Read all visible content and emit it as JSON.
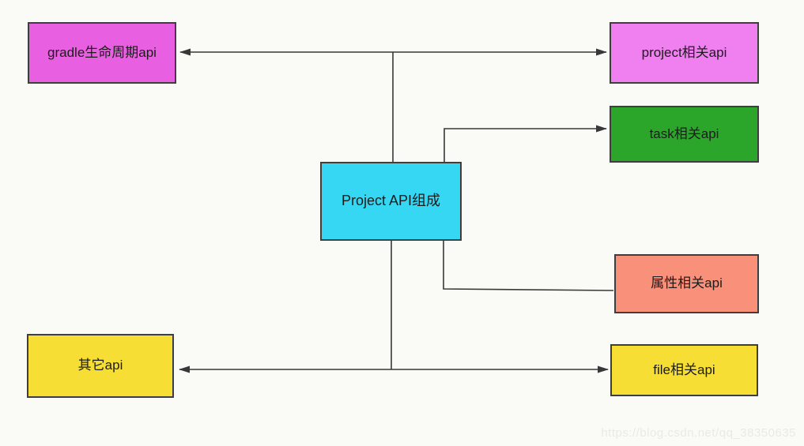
{
  "diagram": {
    "background": "#fafaf7",
    "line_color": "#383838",
    "border_color": "#3e3e3e",
    "text_color": "#1c1c1c",
    "center_node": {
      "id": "center",
      "label": "Project API组成",
      "bg": "#35d7f2"
    },
    "nodes": [
      {
        "id": "gradle",
        "label": "gradle生命周期api",
        "bg": "#e95fe1"
      },
      {
        "id": "project",
        "label": "project相关api",
        "bg": "#f07ff0"
      },
      {
        "id": "task",
        "label": "task相关api",
        "bg": "#2ba62b"
      },
      {
        "id": "attr",
        "label": "属性相关api",
        "bg": "#f9907a"
      },
      {
        "id": "other",
        "label": "其它api",
        "bg": "#f6de35"
      },
      {
        "id": "file",
        "label": "file相关api",
        "bg": "#f6de35"
      }
    ],
    "edges": [
      "center -> gradle生命周期api",
      "center -> project相关api",
      "center -> task相关api",
      "center -> 属性相关api",
      "center -> 其它api",
      "center -> file相关api"
    ]
  },
  "watermark": {
    "text": "https://blog.csdn.net/qq_38350635",
    "color": "#eae9e5"
  }
}
